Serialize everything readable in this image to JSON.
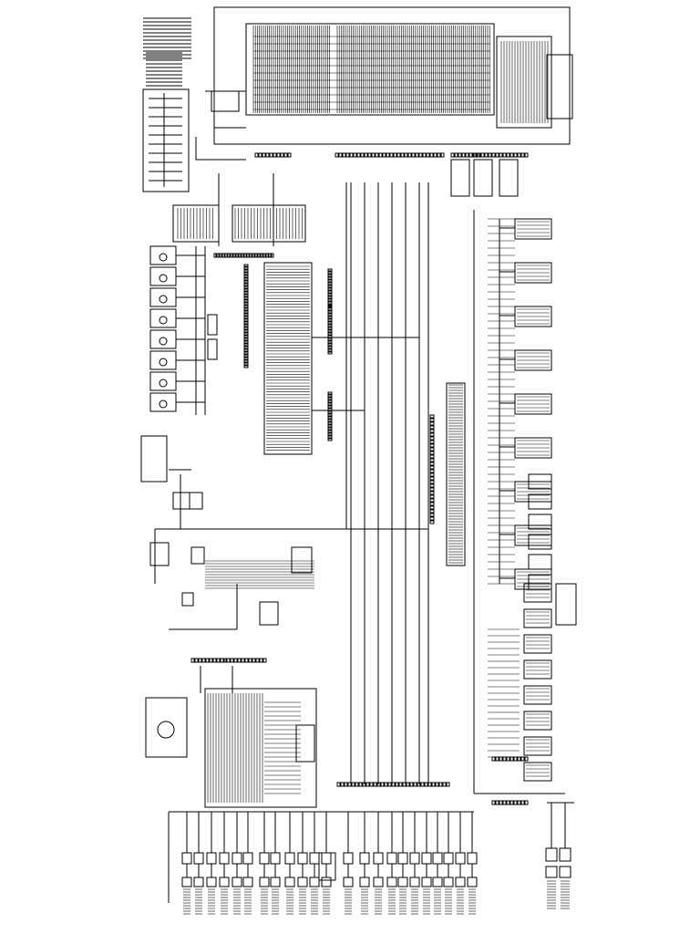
{
  "diagram": {
    "title": "",
    "orientation": "rotated-90",
    "line_color": "#000000",
    "background": "#ffffff",
    "sections": [
      {
        "id": "legend-block",
        "kind": "notes"
      },
      {
        "id": "connector-index",
        "kind": "table"
      },
      {
        "id": "relay-bank-left",
        "kind": "relays",
        "count": 8
      },
      {
        "id": "top-connector-strip",
        "kind": "connector-array"
      },
      {
        "id": "central-harness-block",
        "kind": "harness"
      },
      {
        "id": "right-sensor-bank",
        "kind": "sensors"
      },
      {
        "id": "lower-control-module",
        "kind": "module"
      },
      {
        "id": "bottom-load-array",
        "kind": "loads",
        "count": 26
      },
      {
        "id": "bottom-right-outputs",
        "kind": "outputs"
      }
    ]
  }
}
